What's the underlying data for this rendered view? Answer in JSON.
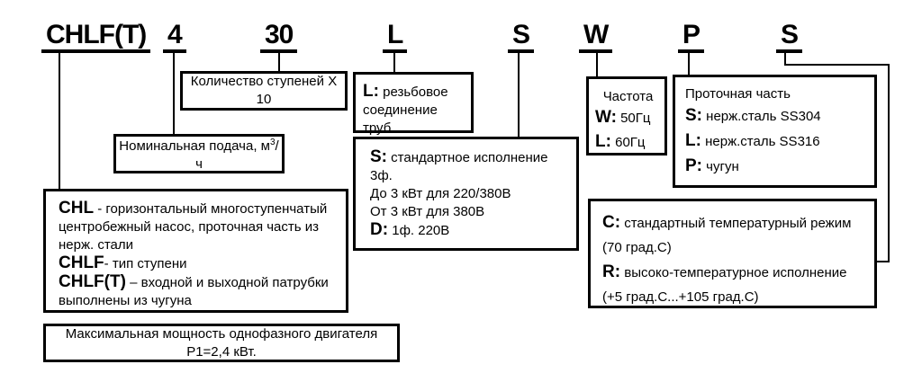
{
  "codes": [
    {
      "label": "CHLF(T)"
    },
    {
      "label": "4"
    },
    {
      "label": "30"
    },
    {
      "label": "L"
    },
    {
      "label": "S"
    },
    {
      "label": "W"
    },
    {
      "label": "P"
    },
    {
      "label": "S"
    }
  ],
  "boxes": {
    "stages": {
      "text": "Количество ступеней Х 10"
    },
    "thread": {
      "prefix": "L:",
      "text": " резьбовое соединение труб"
    },
    "flow": {
      "text_before": "Номинальная подача, м",
      "sup": "3",
      "text_after": "/ч"
    },
    "power_supply": {
      "s_prefix": "S:",
      "s_text": " стандартное исполнение",
      "lines": [
        "3ф.",
        "До 3 кВт для 220/380В",
        "От 3 кВт для 380В"
      ],
      "d_prefix": "D:",
      "d_text": " 1ф. 220В"
    },
    "frequency": {
      "title": "Частота",
      "rows": [
        {
          "prefix": "W:",
          "text": " 50Гц"
        },
        {
          "prefix": "L:",
          "text": " 60Гц"
        }
      ]
    },
    "wetted": {
      "title": "Проточная часть",
      "rows": [
        {
          "prefix": "S:",
          "text": " нерж.сталь SS304"
        },
        {
          "prefix": "L:",
          "text": " нерж.сталь SS316"
        },
        {
          "prefix": "P:",
          "text": " чугун"
        }
      ]
    },
    "series": {
      "entries": [
        {
          "prefix": "CHL",
          "text": " - горизонтальный многоступенчатый центробежный насос, проточная часть из нерж. стали"
        },
        {
          "prefix": "CHLF",
          "text": "- тип ступени"
        },
        {
          "prefix": "CHLF(T)",
          "text": " – входной и выходной патрубки выполнены из чугуна"
        }
      ]
    },
    "temperature": {
      "c_prefix": "C:",
      "c_text": " стандартный температурный режим",
      "c_note": "(70 град.С)",
      "r_prefix": "R:",
      "r_text": " высоко-температурное исполнение",
      "r_note": "(+5 град.С...+105 град.С)"
    },
    "max_power": {
      "text": "Максимальная мощность однофазного двигателя P1=2,4 кВт."
    }
  },
  "colors": {
    "line": "#000000",
    "background": "#ffffff",
    "text": "#000000"
  }
}
